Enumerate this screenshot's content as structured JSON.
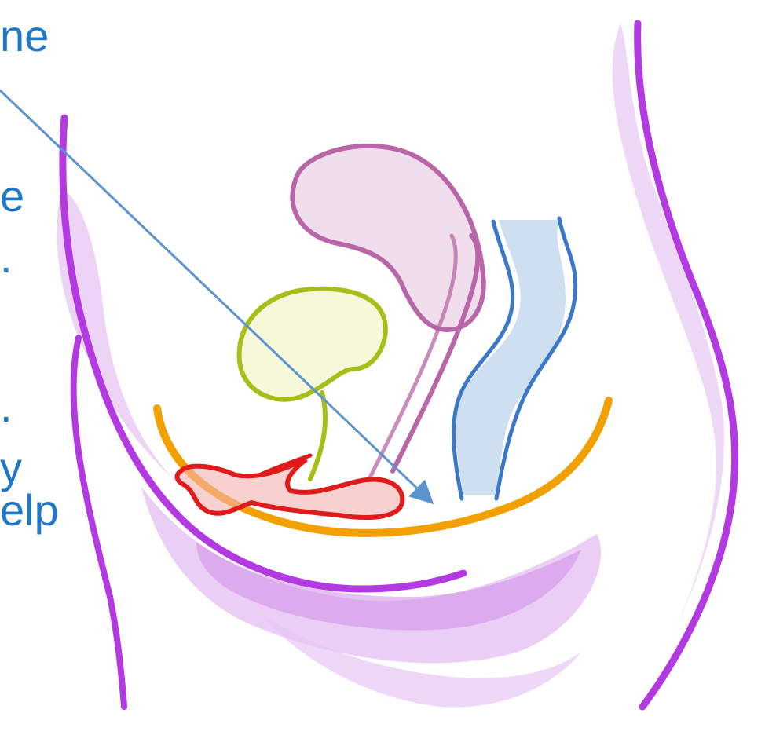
{
  "text_fragments": [
    "ne",
    "e",
    ".",
    ".",
    "y",
    "elp"
  ],
  "colors": {
    "text": "#1f78c8",
    "arrow": "#5b93cf",
    "body_outline": "#b23ae0",
    "body_fill_light": "#e7c6f3",
    "body_fill_mid": "#cf8ee8",
    "uterus": "#b866a8",
    "uterus_fill": "#ead0e6",
    "bladder": "#a6bf18",
    "bladder_fill": "#eef3c0",
    "rectum": "#3c78c8",
    "rectum_fill": "#c9dbf0",
    "pelvic_floor": "#f2a000",
    "genitals": "#e01b1b",
    "genitals_fill": "#f5b0b0"
  },
  "icons": [
    "pelvic-anatomy-illustration",
    "pointer-arrow"
  ]
}
